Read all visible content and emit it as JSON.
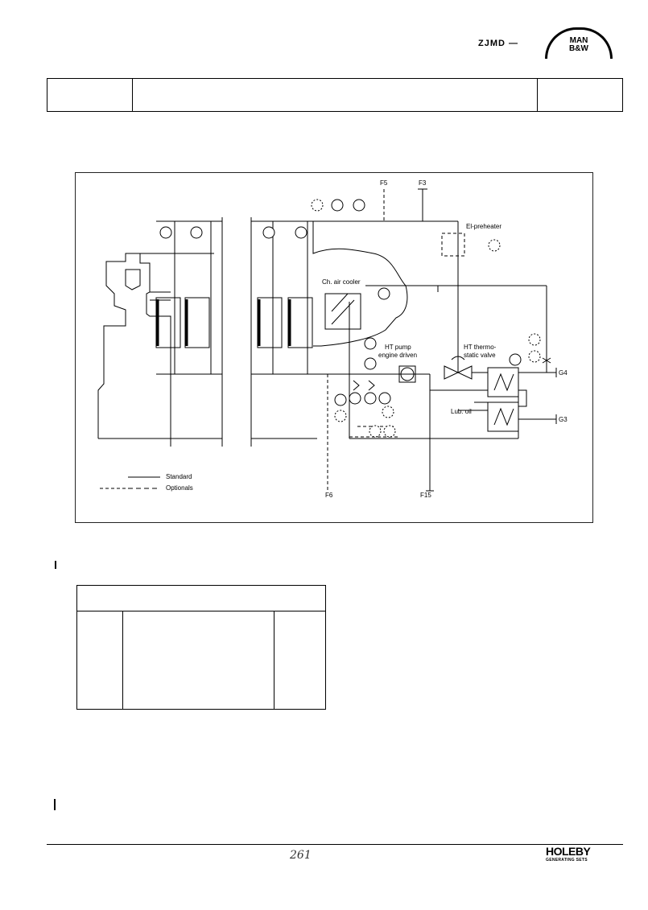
{
  "header": {
    "brand_prefix": "ZJMD",
    "logo_line1": "MAN",
    "logo_line2": "B&W"
  },
  "diagram": {
    "labels": {
      "f5": "F5",
      "f3": "F3",
      "el_preheater": "El-preheater",
      "ch_air_cooler": "Ch. air cooler",
      "ht_pump_1": "HT pump",
      "ht_pump_2": "engine driven",
      "ht_thermo_1": "HT thermo-",
      "ht_thermo_2": "static valve",
      "g4": "G4",
      "g3": "G3",
      "lub_oil": "Lub. oil",
      "f6": "F6",
      "f15": "F15"
    },
    "legend": {
      "standard": "Standard",
      "optionals": "Optionals"
    }
  },
  "footer": {
    "signature": "261",
    "brand": "HOLEBY",
    "brand_sub": "GENERATING SETS"
  }
}
